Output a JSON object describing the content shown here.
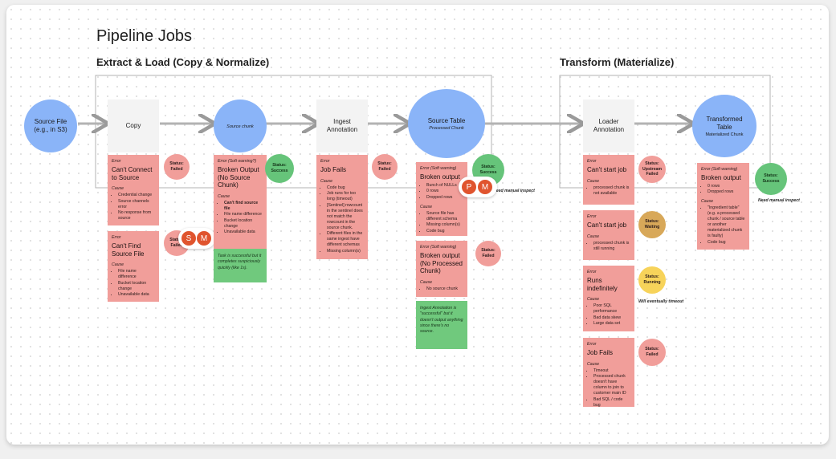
{
  "page": {
    "title": "Pipeline Jobs"
  },
  "sections": {
    "extract": "Extract & Load (Copy & Normalize)",
    "transform": "Transform (Materialize)"
  },
  "nodes": {
    "source_file": {
      "title": "Source File\n(e.g., in S3)"
    },
    "copy": {
      "title": "Copy"
    },
    "source_chunk": {
      "subtitle": "Source chunk"
    },
    "ingest": {
      "title": "Ingest\nAnnotation"
    },
    "source_table": {
      "title": "Source Table",
      "subtitle": "Processed Chunk"
    },
    "loader": {
      "title": "Loader\nAnnotation"
    },
    "transformed": {
      "title": "Transformed\nTable",
      "subtitle": "Materialized Chunk"
    }
  },
  "cards": {
    "c1": {
      "label": "Error",
      "title": "Can't Connect to Source",
      "cause": "Cause",
      "items": [
        "Credential change",
        "Source channels error",
        "No response from source"
      ]
    },
    "c2": {
      "label": "Error",
      "title": "Can't Find Source File",
      "cause": "Cause",
      "items": [
        "File name difference",
        "Bucket location change",
        "Unavailable data"
      ]
    },
    "c3": {
      "label": "Error (Soft warning?)",
      "title": "Broken Output (No Source Chunk)",
      "cause": "Cause",
      "items": [
        "Can't find source file",
        "File name difference",
        "Bucket location change",
        "Unavailable data"
      ]
    },
    "c4": {
      "label": "Error",
      "title": "Job Fails",
      "cause": "Cause",
      "items": [
        "Code bug",
        "Job runs for too long (timeout)",
        "[Sentinel] rowcount in the sentinel does not match the rowcount in the source chunk.",
        "Different files in the same ingest have different schemas",
        "Missing column(s)"
      ]
    },
    "c5": {
      "label": "Error (Soft warning)",
      "title": "Broken output",
      "pre_items": [
        "Bunch of NULLs",
        "0 rows",
        "Dropped rows"
      ],
      "cause": "Cause",
      "items": [
        "Source file has different schema",
        "Missing column(s)",
        "Code bug"
      ]
    },
    "c6": {
      "label": "Error (Soft warning)",
      "title": "Broken output (No Processed Chunk)",
      "cause": "Cause",
      "items": [
        "No source chunk"
      ]
    },
    "c7": {
      "label": "Error",
      "title": "Can't start job",
      "cause": "Cause",
      "items": [
        "processed chunk is not available"
      ]
    },
    "c8": {
      "label": "Error",
      "title": "Can't start job",
      "cause": "Cause",
      "items": [
        "processed chunk is still running"
      ]
    },
    "c9": {
      "label": "Error",
      "title": "Runs indefinitely",
      "cause": "Cause",
      "items": [
        "Poor SQL performance",
        "Bad data skew",
        "Large data set"
      ]
    },
    "c10": {
      "label": "Error",
      "title": "Job Fails",
      "cause": "Cause",
      "items": [
        "Timeout",
        "Processed chunk doesn't have column to join to customer main ID",
        "Bad SQL / code bug"
      ]
    },
    "c11": {
      "label": "Error (Soft warning)",
      "title": "Broken output",
      "pre_items": [
        "0 rows",
        "Dropped rows"
      ],
      "cause": "Cause",
      "items": [
        "\"Ingredient table\" (e.g. a processed chunk / source table or another materialized chunk is faulty)",
        "Code bug"
      ]
    }
  },
  "notes": {
    "n1": "Task is successful but it completes suspiciously quickly (like 1s).",
    "n2": "Ingest Annotation is \"successful\" but it doesn't output anything since there's no source."
  },
  "statuses": {
    "s1": {
      "label": "Status:",
      "value": "Failed",
      "color": "#f19e9a"
    },
    "s2": {
      "label": "Status:",
      "value": "Failed",
      "color": "#f19e9a"
    },
    "s3": {
      "label": "Status:",
      "value": "Success",
      "color": "#66c47a"
    },
    "s4": {
      "label": "Status:",
      "value": "Failed",
      "color": "#f19e9a"
    },
    "s5": {
      "label": "Status:",
      "value": "Success",
      "color": "#66c47a"
    },
    "s6": {
      "label": "Status:",
      "value": "Failed",
      "color": "#f19e9a"
    },
    "s7": {
      "label": "Status:",
      "value": "Upstream Failed",
      "color": "#f19e9a"
    },
    "s8": {
      "label": "Status:",
      "value": "Waiting",
      "color": "#d8a859"
    },
    "s9": {
      "label": "Status:",
      "value": "Running",
      "color": "#f7d35a"
    },
    "s10": {
      "label": "Status:",
      "value": "Failed",
      "color": "#f19e9a"
    },
    "s11": {
      "label": "Status:",
      "value": "Success",
      "color": "#66c47a"
    }
  },
  "side_notes": {
    "manual1": "Need manual inspect",
    "timeout": "Will eventually timeout",
    "manual2": "Need manual inspect"
  },
  "avatars": {
    "a1": "S",
    "a2": "M",
    "a3": "P",
    "a4": "M"
  }
}
